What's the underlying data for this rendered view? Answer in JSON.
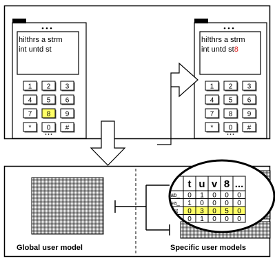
{
  "phones": [
    {
      "screen_lines": [
        "hi!thrs a strm",
        "int untd st"
      ],
      "highlight_key": "8",
      "keys": [
        "1",
        "2",
        "3",
        "4",
        "5",
        "6",
        "7",
        "8",
        "9",
        "*",
        "0",
        "#"
      ]
    },
    {
      "screen_lines": [
        "hi!thrs a strm",
        "int untd st"
      ],
      "appended_char": "8",
      "appended_color": "#e02020",
      "keys": [
        "1",
        "2",
        "3",
        "4",
        "5",
        "6",
        "7",
        "8",
        "9",
        "*",
        "0",
        "#"
      ]
    }
  ],
  "captions": {
    "global": "Global user model",
    "specific": "Specific user models"
  },
  "table": {
    "columns": [
      "t",
      "u",
      "v",
      "8",
      "..."
    ],
    "rows": [
      {
        "label": "ab_",
        "values": [
          "0",
          "1",
          "0",
          "0",
          "0"
        ]
      },
      {
        "label": "ea_",
        "values": [
          "1",
          "0",
          "0",
          "0",
          "0"
        ]
      },
      {
        "label": "_st",
        "values": [
          "0",
          "3",
          "0",
          "5",
          "0"
        ],
        "highlight": true
      },
      {
        "label": "...",
        "values": [
          "0",
          "1",
          "0",
          "0",
          "0"
        ]
      }
    ]
  },
  "colors": {
    "highlight": "#ffff66",
    "accent_red": "#e02020",
    "grid": "#000000"
  }
}
